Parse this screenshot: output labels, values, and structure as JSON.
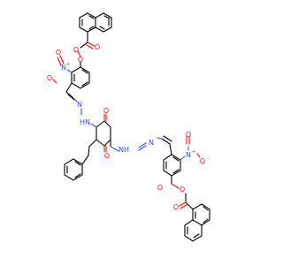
{
  "diagram": {
    "type": "chemical-structure",
    "colors": {
      "carbon": "#000000",
      "oxygen": "#ff0d0d",
      "nitrogen": "#3050f8"
    },
    "atom_labels": {
      "ester_o_top": "O",
      "carbonyl_o_top": "O",
      "ether_o_top": "O",
      "nitro_n_top": "N",
      "nitro_charge_pos_top": "+",
      "nitro_o_top_double": "O",
      "nitro_o_top_single": "O",
      "nitro_charge_neg_top": "-",
      "hydrazone_n1_top": "N",
      "hydrazone_nh_top": "HN",
      "amide_o_upper": "O",
      "amide_o_lower": "O",
      "hydrazone_nh_bottom": "NH",
      "hydrazone_n1_bottom": "N",
      "nitro_n_bottom": "N",
      "nitro_charge_pos_bottom": "+",
      "nitro_o_bottom_double": "O",
      "nitro_o_bottom_single": "O",
      "nitro_charge_neg_bottom": "-",
      "ether_o_bottom": "O",
      "carbonyl_o_bottom": "O",
      "ester_o_bottom": "O"
    }
  }
}
